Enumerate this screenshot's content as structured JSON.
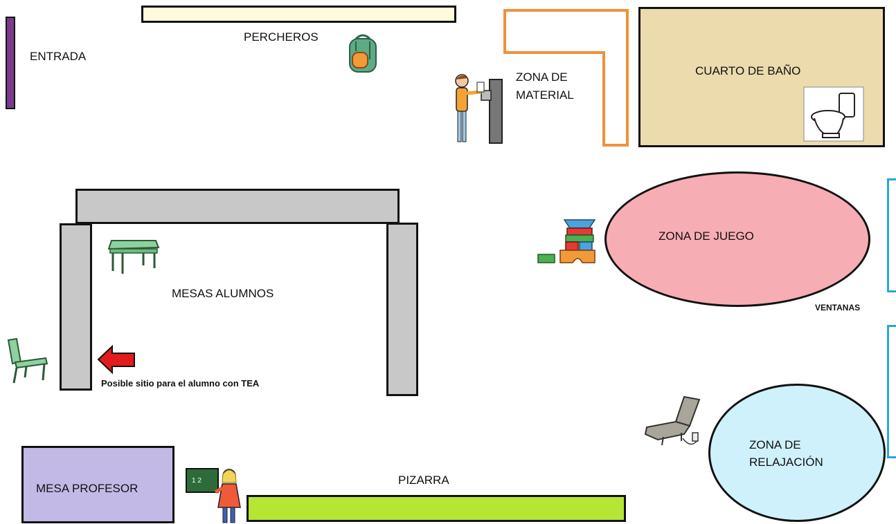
{
  "labels": {
    "entrada": "ENTRADA",
    "percheros": "PERCHEROS",
    "zona_material_line1": "ZONA DE",
    "zona_material_line2": "MATERIAL",
    "cuarto_bano": "CUARTO DE BAÑO",
    "zona_juego": "ZONA DE JUEGO",
    "ventanas": "VENTANAS",
    "mesas_alumnos": "MESAS ALUMNOS",
    "posible_sitio": "Posible sitio para el alumno con TEA",
    "zona_relajacion_line1": "ZONA DE",
    "zona_relajacion_line2": "RELAJACIÓN",
    "mesa_profesor": "MESA PROFESOR",
    "pizarra": "PIZARRA"
  },
  "icons": [
    "backpack-icon",
    "student-at-shelf-icon",
    "toilet-icon",
    "toy-blocks-icon",
    "desk-icon",
    "chair-icon",
    "arrow-left-icon",
    "teacher-blackboard-icon",
    "massage-chair-icon"
  ],
  "colors": {
    "entrada": "#7b3a8c",
    "percheros": "#fdfbdc",
    "zona_material": "#f0913a",
    "cuarto_bano": "#ebdbad",
    "mesas": "#c8c8c8",
    "zona_juego": "#f7adb4",
    "ventanas": "#2aa6d9",
    "zona_relajacion": "#cff1fb",
    "mesa_profesor": "#c3b9e6",
    "pizarra": "#b5e633",
    "arrow": "#e01c1c"
  }
}
